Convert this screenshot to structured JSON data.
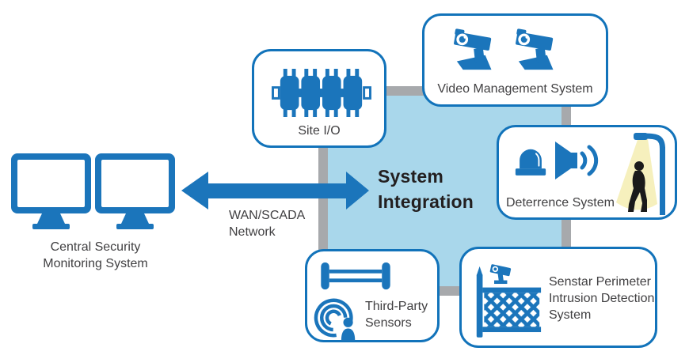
{
  "diagram_title": "System Integration",
  "hub": {
    "line1": "System",
    "line2": "Integration"
  },
  "network_link": {
    "line1": "WAN/SCADA",
    "line2": "Network"
  },
  "central_security": {
    "line1": "Central Security",
    "line2": "Monitoring System"
  },
  "nodes": {
    "site_io": {
      "label": "Site I/O"
    },
    "video_management": {
      "label": "Video Management System"
    },
    "deterrence": {
      "label": "Deterrence System"
    },
    "senstar_pids": {
      "line1": "Senstar Perimeter",
      "line2": "Intrusion Detection",
      "line3": "System"
    },
    "third_party": {
      "line1": "Third-Party",
      "line2": "Sensors"
    }
  },
  "icons": {
    "monitors": "dual-monitor-icon",
    "arrow": "bidirectional-arrow-icon",
    "site_io": "io-modules-icon",
    "video_management": "cctv-camera-icon",
    "deterrence": [
      "siren-icon",
      "speaker-icon",
      "security-light-icon"
    ],
    "senstar_pids": "fence-camera-icon",
    "third_party": [
      "beam-barrier-icon",
      "radar-detection-icon"
    ]
  },
  "colors": {
    "primary_blue": "#1b75bb",
    "node_border_blue": "#1273ba",
    "hub_fill_light_blue": "#a9d7eb",
    "hub_border_gray": "#a7a9ac",
    "label_text": "#414042",
    "headline_text": "#231f20",
    "light_cone_yellow": "#f6f0bd",
    "silhouette_black": "#1a1a1a"
  }
}
